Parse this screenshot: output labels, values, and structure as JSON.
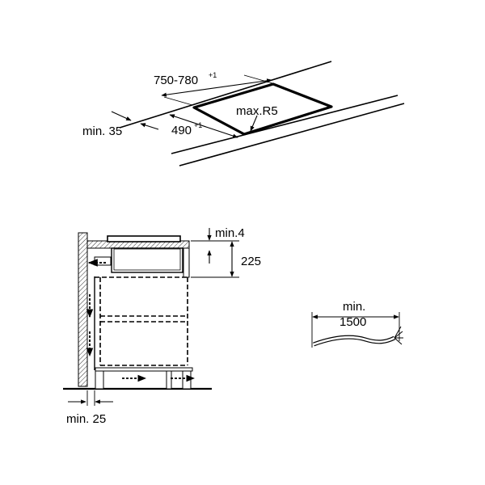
{
  "cutout": {
    "width_label": "750-780",
    "width_tolerance": "+1",
    "depth_label": "490",
    "depth_tolerance": "+1",
    "edge_label": "min. 35",
    "radius_label": "max.R5"
  },
  "cabinet": {
    "gap_label": "min.4",
    "height_label": "225",
    "wall_gap_label": "min. 25"
  },
  "cable": {
    "label_line1": "min.",
    "label_line2": "1500"
  }
}
